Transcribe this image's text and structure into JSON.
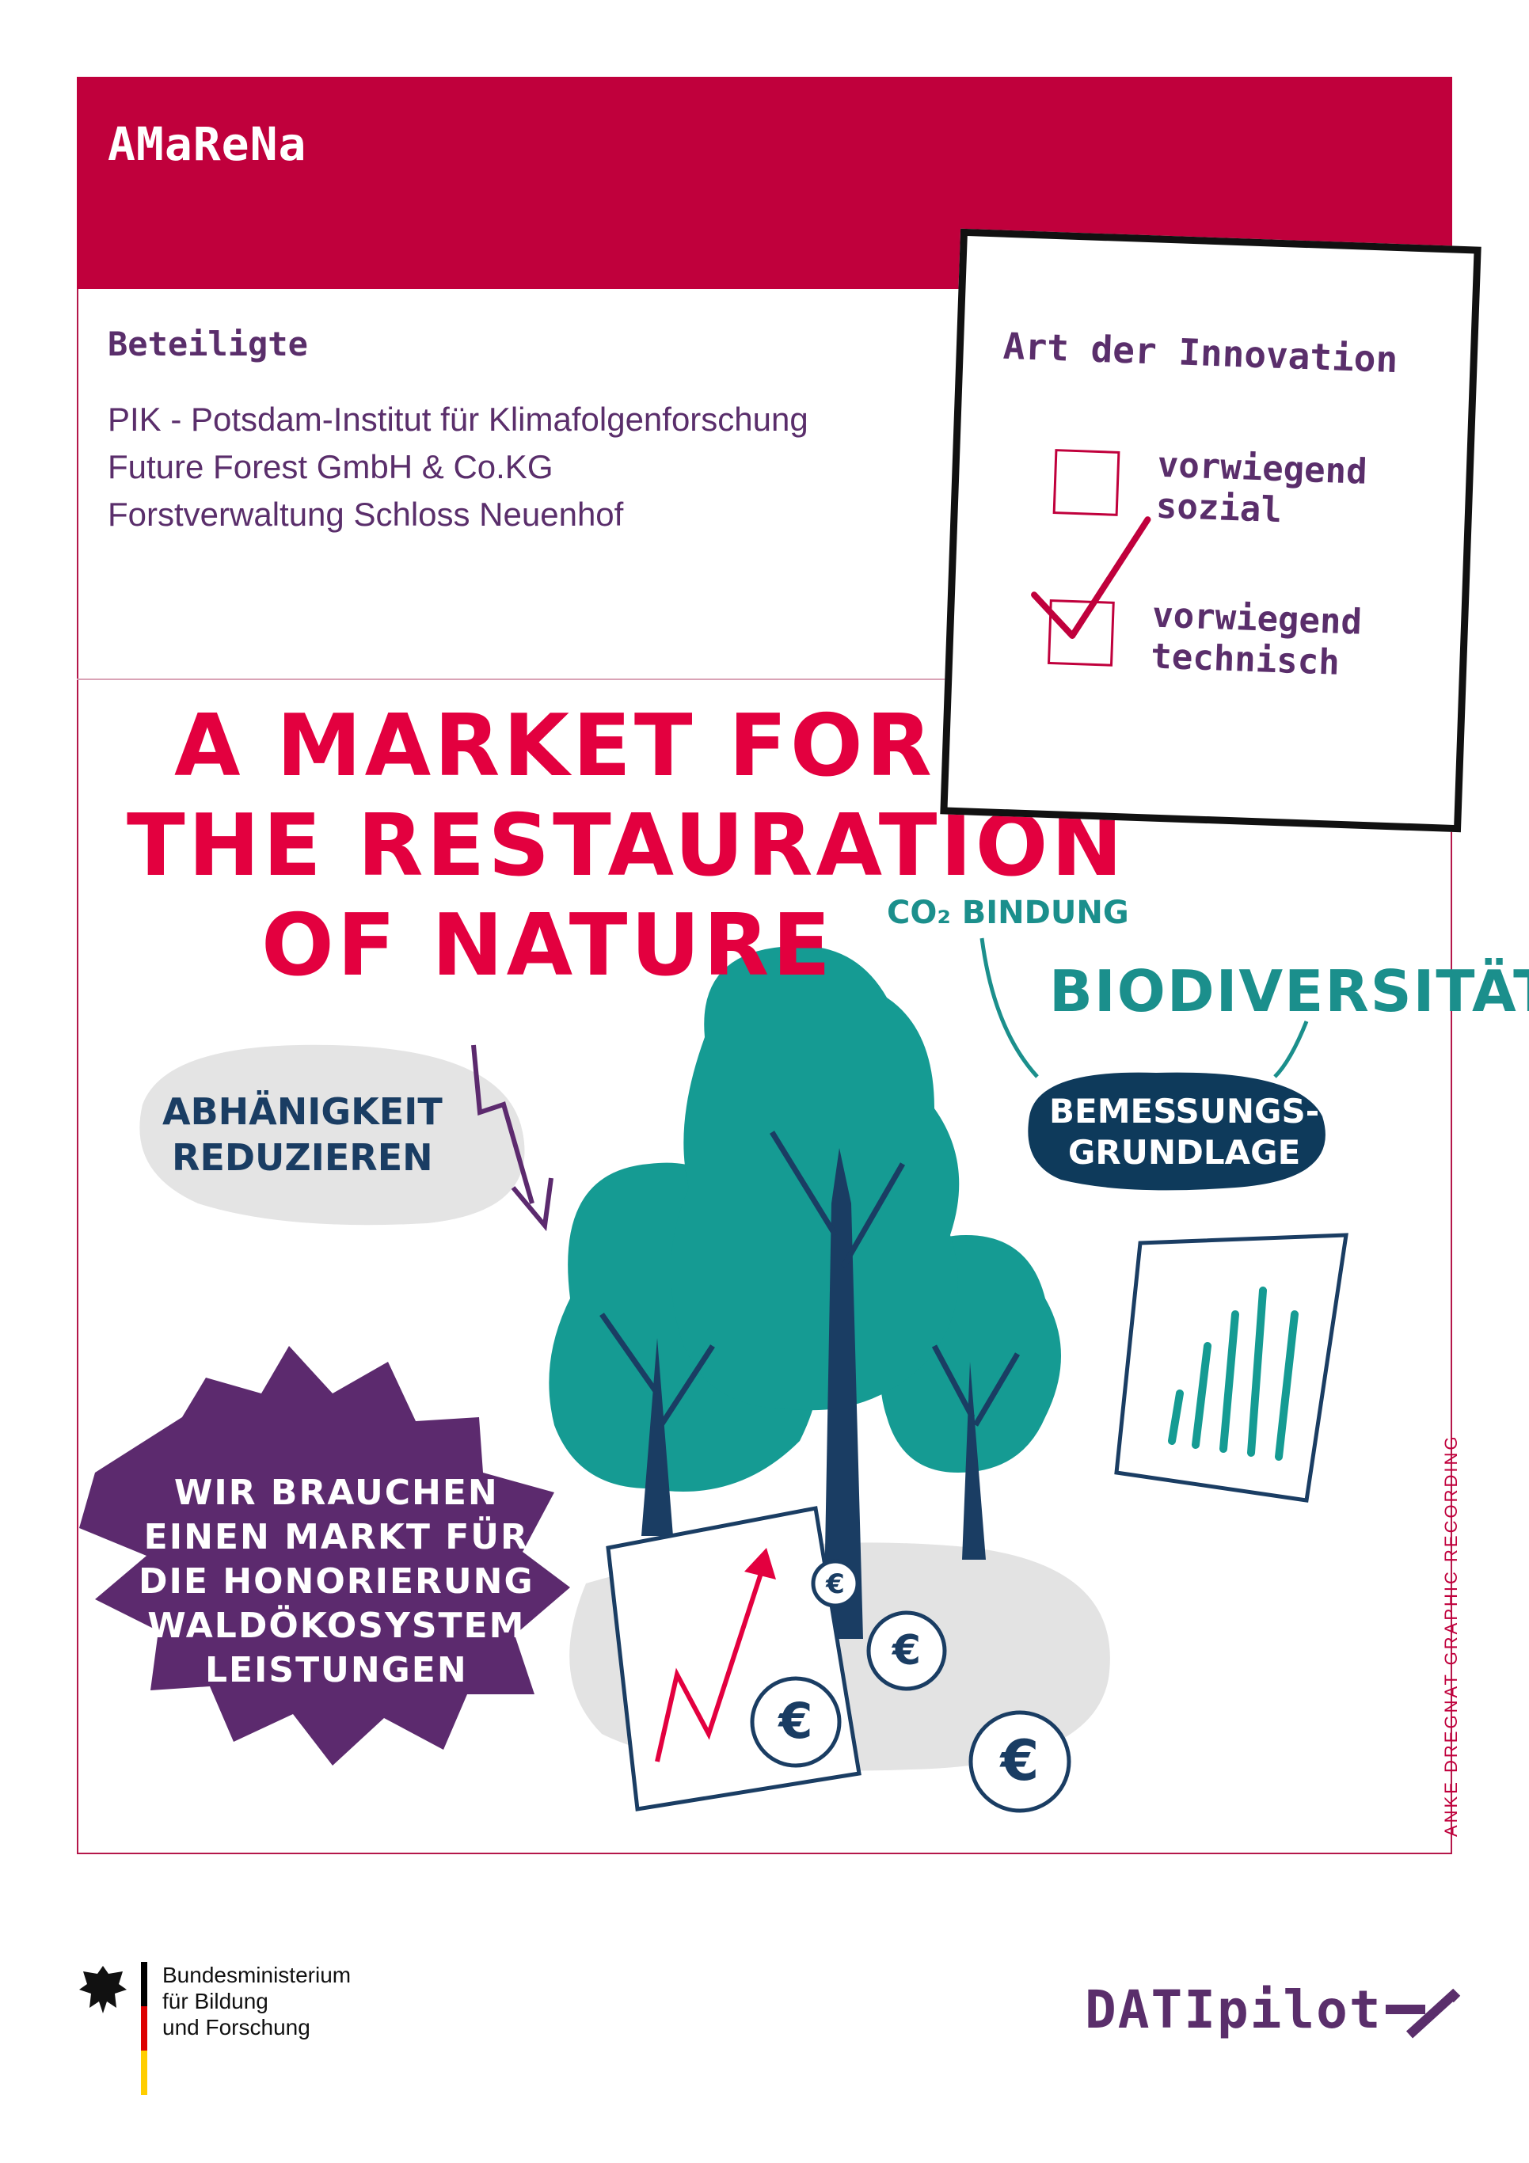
{
  "header": {
    "title": "AMaReNa"
  },
  "participants": {
    "label": "Beteiligte",
    "items": [
      "PIK - Potsdam-Institut für Klimafolgenforschung",
      "Future Forest GmbH & Co.KG",
      "Forstverwaltung Schloss Neuenhof"
    ]
  },
  "innovation": {
    "title": "Art der Innovation",
    "options": [
      {
        "line1": "vorwiegend",
        "line2": "sozial",
        "checked": false
      },
      {
        "line1": "vorwiegend",
        "line2": "technisch",
        "checked": true
      }
    ]
  },
  "illustration": {
    "headline": [
      "A MARKET FOR",
      "THE RESTAURATION",
      "OF NATURE"
    ],
    "co2_bindung": "CO₂ BINDUNG",
    "biodiversitaet": "BIODIVERSITÄT",
    "bemessung": [
      "BEMESSUNGS-",
      "GRUNDLAGE"
    ],
    "abhaengigkeit": [
      "ABHÄNIGKEIT",
      "REDUZIEREN"
    ],
    "markt": [
      "WIR BRAUCHEN",
      "EINEN MARKT FÜR",
      "DIE HONORIERUNG",
      "WALDÖKOSYSTEM",
      "LEISTUNGEN"
    ]
  },
  "credit": "ANKE DREGNAT GRAPHIC RECORDING",
  "footer": {
    "ministry": [
      "Bundesministerium",
      "für Bildung",
      "und Forschung"
    ],
    "brand": "DATIpilot"
  },
  "colors": {
    "accent": "#c0003c",
    "headline": "#e3003f",
    "text": "#5a2e6b",
    "teal": "#1b8f8c",
    "navy": "#1a3d63",
    "purple": "#5c2a6e"
  }
}
